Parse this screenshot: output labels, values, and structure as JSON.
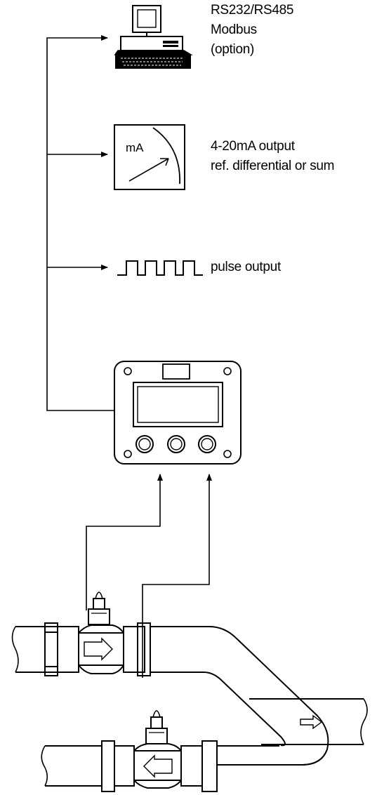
{
  "outputs": {
    "serial": {
      "line1": "RS232/RS485",
      "line2": "Modbus",
      "line3": "(option)",
      "icon": "computer-icon"
    },
    "analog": {
      "meter_unit": "mA",
      "line1": "4-20mA output",
      "line2": "ref. differential or sum",
      "icon": "milliamp-meter-icon"
    },
    "pulse": {
      "label": "pulse output",
      "icon": "pulse-waveform-icon"
    }
  },
  "display_unit": {
    "icon": "flow-computer-display-icon",
    "button_count": 3
  },
  "flowmeters": {
    "count": 2,
    "icon": "turbine-flowmeter-icon"
  },
  "colors": {
    "line": "#000000",
    "background": "#ffffff"
  }
}
